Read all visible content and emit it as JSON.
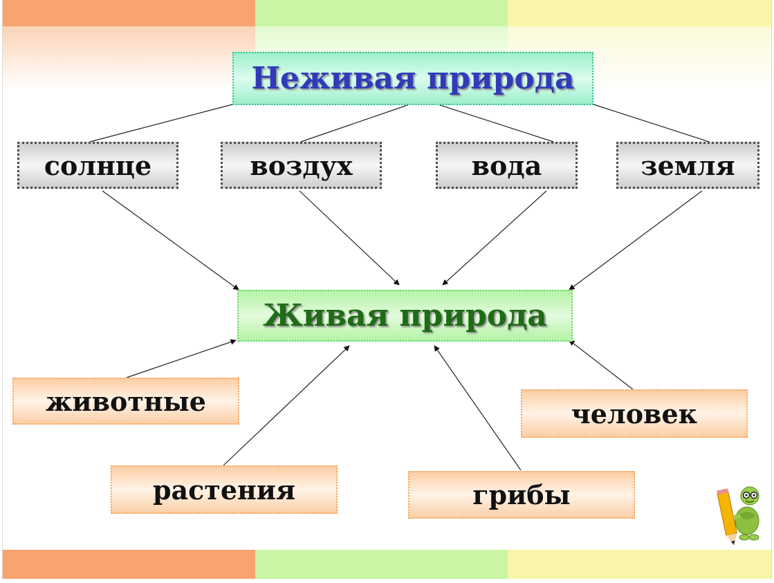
{
  "diagram": {
    "nonliving": {
      "label": "Неживая природа"
    },
    "living": {
      "label": "Живая природа"
    },
    "nonliving_items": [
      {
        "label": "солнце"
      },
      {
        "label": "воздух"
      },
      {
        "label": "вода"
      },
      {
        "label": "земля"
      }
    ],
    "living_items": [
      {
        "label": "животные"
      },
      {
        "label": "растения"
      },
      {
        "label": "грибы"
      },
      {
        "label": "человек"
      }
    ]
  },
  "colors": {
    "band_orange": "#f9a36f",
    "band_green": "#c9f5a5",
    "band_yellow": "#f8f5a8",
    "title_text": "#2f3bb8",
    "living_text": "#1f6b16"
  },
  "icons": {
    "mascot": "pencil-turtle-mascot-icon"
  }
}
